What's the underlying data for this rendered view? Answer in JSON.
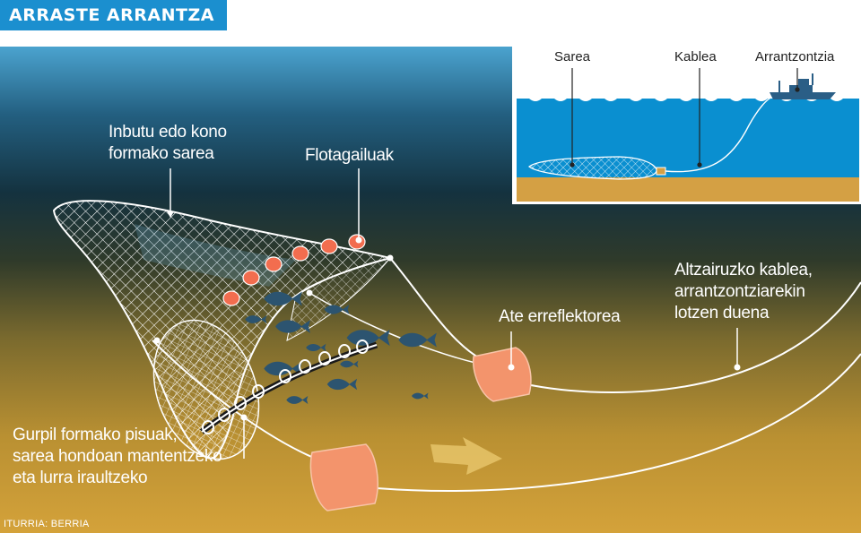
{
  "header": {
    "title": "ARRASTE ARRANTZA"
  },
  "labels": {
    "net": [
      "Inbutu edo kono",
      "formako sarea"
    ],
    "floats": "Flotagailuak",
    "door": "Ate erreflektorea",
    "cable": [
      "Altzairuzko kablea,",
      "arrantzontziarekin",
      "lotzen duena"
    ],
    "weights": [
      "Gurpil formako pisuak,",
      "sarea hondoan mantentzeko",
      "eta lurra iraultzeko"
    ]
  },
  "inset": {
    "net_label": "Sarea",
    "cable_label": "Kablea",
    "boat_label": "Arrantzontzia"
  },
  "source": "ITURRIA: BERRIA",
  "colors": {
    "title_bg": "#1b8fcf",
    "water_top": "#4ba3cf",
    "water_deep": "#12303f",
    "seabed": "#c99a3a",
    "door": "#f3946c",
    "float": "#f26d4f",
    "fish": "#2c5470",
    "inset_sea": "#0a8fd0",
    "inset_sand": "#d4a044"
  }
}
